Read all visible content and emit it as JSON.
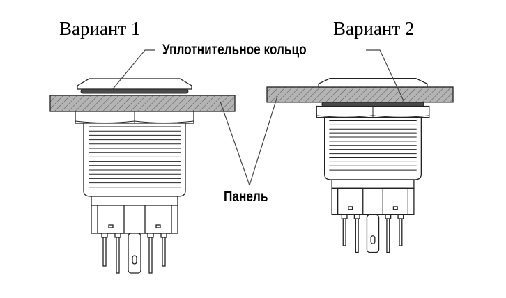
{
  "labels": {
    "variant1": "Вариант 1",
    "variant2": "Вариант 2",
    "seal_ring": "Уплотнительное кольцо",
    "panel": "Панель"
  },
  "colors": {
    "panel_fill": "#b4b4b4",
    "gasket": "#4a4a4a",
    "line": "#222222"
  }
}
